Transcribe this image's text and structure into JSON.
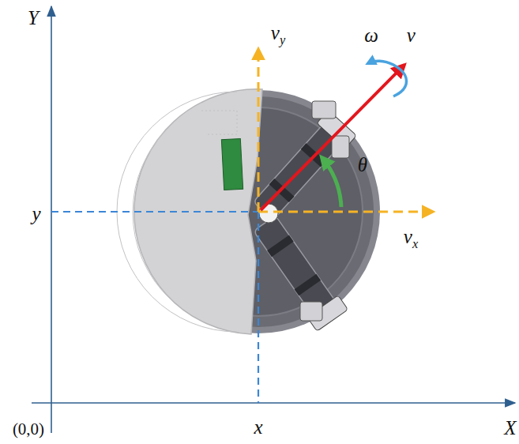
{
  "diagram": {
    "labels": [
      "Y",
      "vy",
      "ω",
      "v⃗",
      "θ",
      "y",
      "vx",
      "x",
      "(0,0)",
      "X"
    ]
  }
}
